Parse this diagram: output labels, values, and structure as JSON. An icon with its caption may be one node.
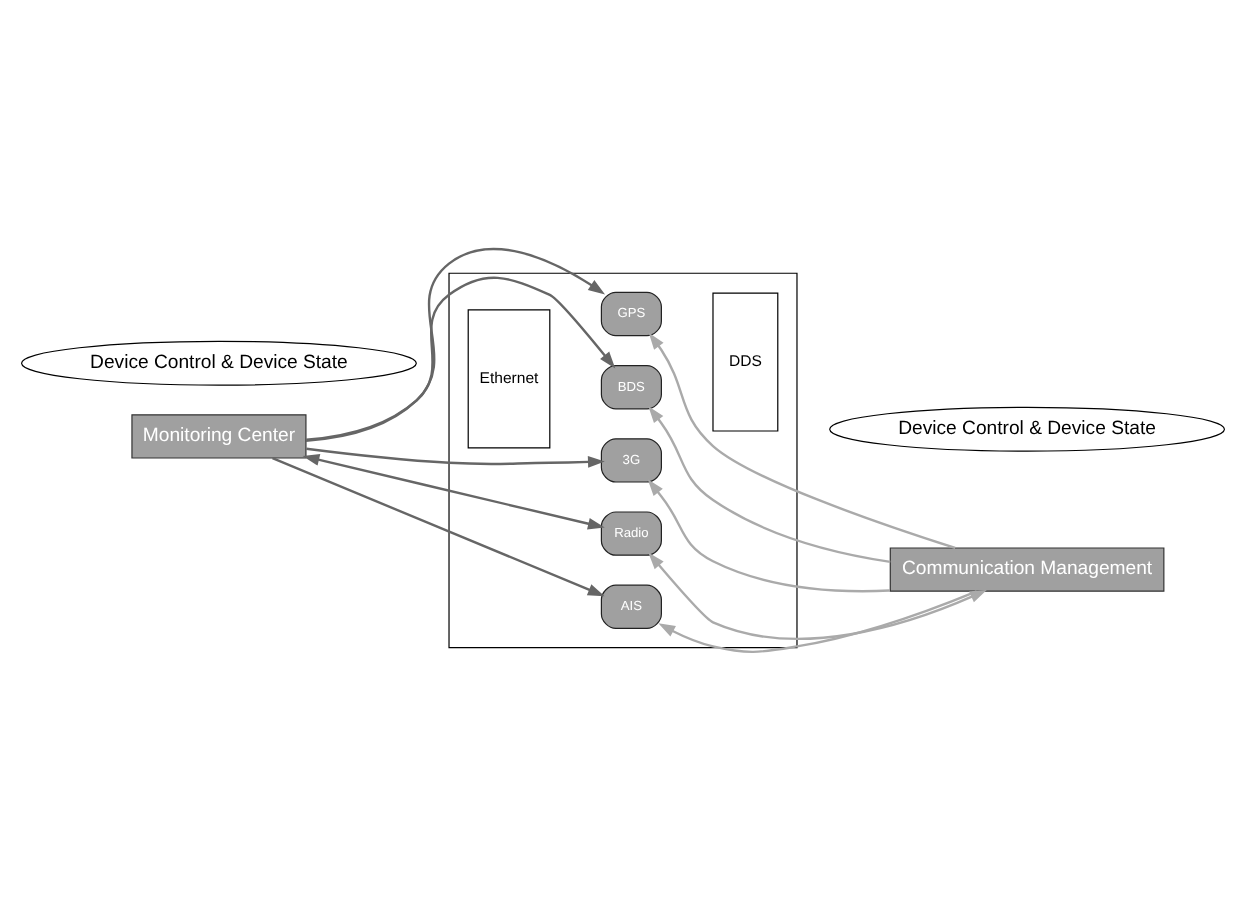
{
  "diagram": {
    "nodes": [
      {
        "text": [
          "Device Control & Device State"
        ]
      },
      {
        "text": [
          "Device Control & Device State"
        ]
      },
      {
        "text": [
          "Monitoring Center"
        ]
      },
      {
        "text": [],
        "shape": "box"
      },
      {
        "text": [
          "BDS"
        ],
        "in": 3
      },
      {
        "text": [
          "GPS"
        ],
        "in": 3
      },
      {
        "text": [
          "Ethernet"
        ],
        "in": 3
      },
      {
        "text": [
          "Radio"
        ],
        "in": 3
      },
      {
        "text": [
          "DDS"
        ],
        "in": 3
      },
      {
        "text": [
          "AIS"
        ],
        "in": 3
      },
      {
        "text": [
          "3G"
        ],
        "in": 3
      },
      {
        "text": [
          "Communication Management"
        ]
      }
    ],
    "edges": [
      {
        "from": 2,
        "to": 4,
        "arrow": "to",
        "color": "#666666"
      },
      {
        "from": 2,
        "to": 5,
        "arrow": "to",
        "color": "#666666"
      },
      {
        "from": 2,
        "to": 7,
        "arrow": "both",
        "color": "#666666"
      },
      {
        "from": 2,
        "to": 9,
        "arrow": "to",
        "color": "#666666"
      },
      {
        "from": 2,
        "to": 10,
        "arrow": "to",
        "color": "#666666"
      },
      {
        "from": 11,
        "to": 4,
        "arrow": "to",
        "color": "#aaaaaa"
      },
      {
        "from": 11,
        "to": 5,
        "arrow": "to",
        "color": "#aaaaaa"
      },
      {
        "from": 11,
        "to": 7,
        "arrow": "both",
        "color": "#aaaaaa"
      },
      {
        "from": 11,
        "to": 9,
        "arrow": "to",
        "color": "#aaaaaa"
      },
      {
        "from": 11,
        "to": 10,
        "arrow": "to",
        "color": "#aaaaaa"
      }
    ]
  }
}
